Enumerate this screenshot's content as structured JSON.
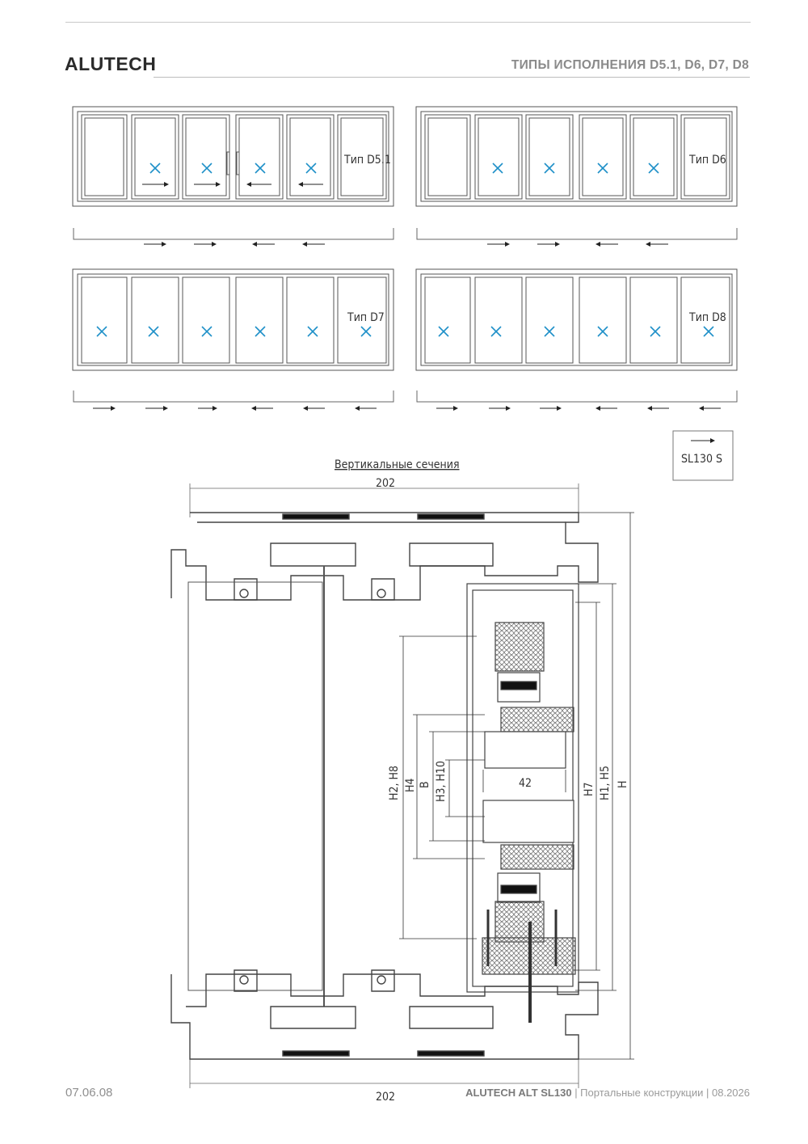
{
  "header": {
    "brand": "ALUTECH",
    "title": "ТИПЫ ИСПОЛНЕНИЯ D5.1, D6, D7, D8"
  },
  "schemes": [
    {
      "label": "Тип D5.1"
    },
    {
      "label": "Тип D6"
    },
    {
      "label": "Тип D7"
    },
    {
      "label": "Тип D8"
    }
  ],
  "badge": {
    "label": "SL130 S"
  },
  "section": {
    "title": "Вертикальные сечения",
    "width_top": "202",
    "width_bottom": "202",
    "dim_42": "42",
    "dims": {
      "h2h8": "H2, H8",
      "h4": "H4",
      "b": "B",
      "h3h10": "H3, H10",
      "h7": "H7",
      "h1h5": "H1, H5",
      "h": "H"
    }
  },
  "footer": {
    "date": "07.06.08",
    "product": "ALUTECH ALT SL130",
    "subtitle": "| Портальные конструкции | 08.2026"
  },
  "colors": {
    "accent_cross": "#1e90c8",
    "line": "#4a4a4a"
  }
}
